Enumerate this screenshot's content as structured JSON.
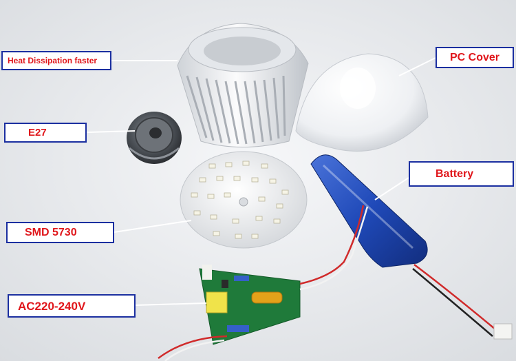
{
  "labels": {
    "heat": "Heat Dissipation faster",
    "pc_cover": "PC Cover",
    "e27": "E27",
    "battery": "Battery",
    "smd": "SMD 5730",
    "ac": "AC220-240V"
  },
  "colors": {
    "label_text": "#e0161b",
    "label_border": "#1b2fa0",
    "background": "#e9ebee"
  }
}
